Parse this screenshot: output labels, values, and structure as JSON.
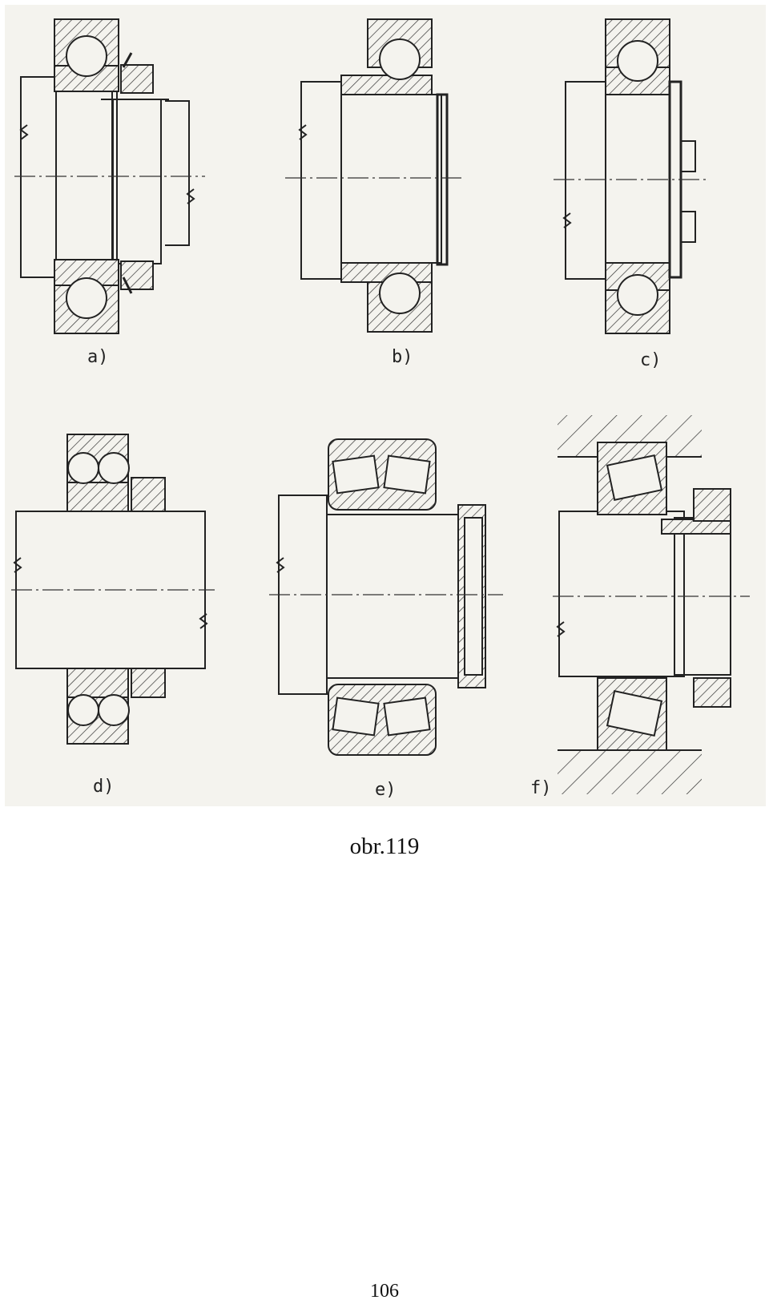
{
  "figure": {
    "subfigures": [
      {
        "label": "a)"
      },
      {
        "label": "b)"
      },
      {
        "label": "c)"
      },
      {
        "label": "d)"
      },
      {
        "label": "e)"
      },
      {
        "label": "f)"
      }
    ],
    "caption": "obr.119"
  },
  "page": {
    "number": "106"
  }
}
